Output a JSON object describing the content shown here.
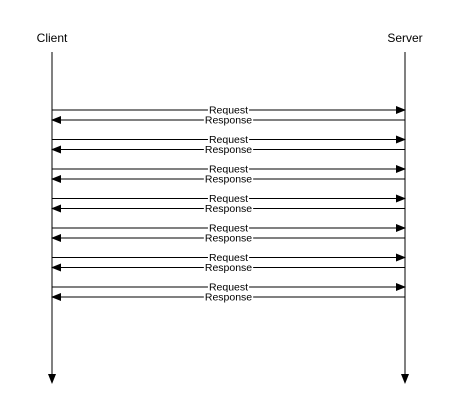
{
  "participants": {
    "client": "Client",
    "server": "Server"
  },
  "exchanges": [
    {
      "request": "Request",
      "response": "Response"
    },
    {
      "request": "Request",
      "response": "Response"
    },
    {
      "request": "Request",
      "response": "Response"
    },
    {
      "request": "Request",
      "response": "Response"
    },
    {
      "request": "Request",
      "response": "Response"
    },
    {
      "request": "Request",
      "response": "Response"
    },
    {
      "request": "Request",
      "response": "Response"
    }
  ],
  "colors": {
    "line": "#000000",
    "background": "#ffffff"
  }
}
